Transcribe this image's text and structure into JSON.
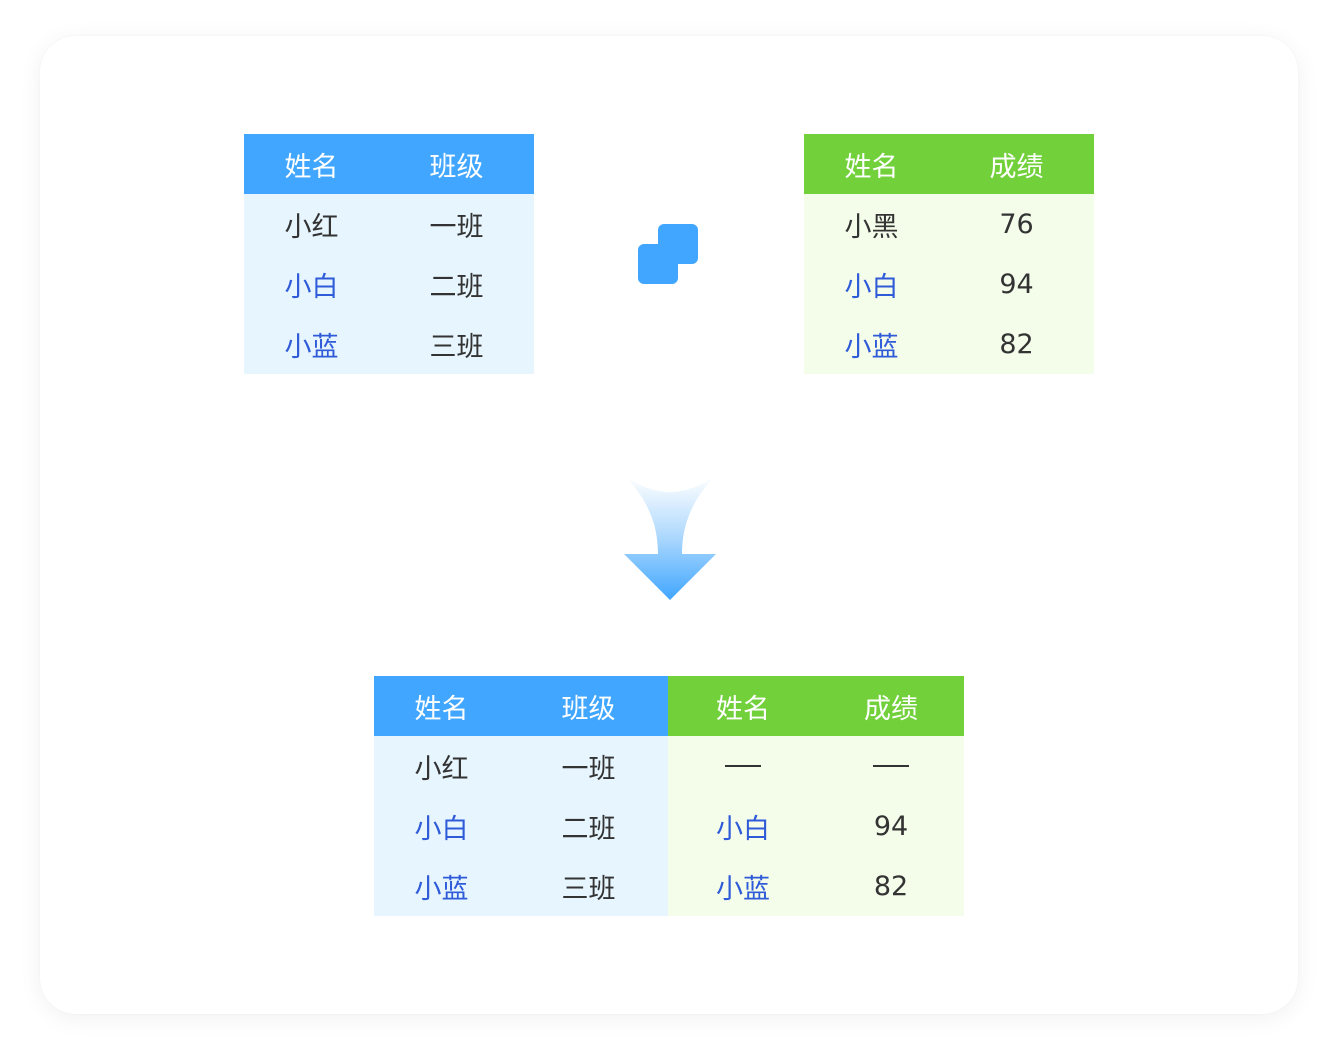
{
  "left_table": {
    "headers": [
      "姓名",
      "班级"
    ],
    "rows": [
      [
        "小红",
        "一班"
      ],
      [
        "小白",
        "二班"
      ],
      [
        "小蓝",
        "三班"
      ]
    ]
  },
  "right_table": {
    "headers": [
      "姓名",
      "成绩"
    ],
    "rows": [
      [
        "小黑",
        "76"
      ],
      [
        "小白",
        "94"
      ],
      [
        "小蓝",
        "82"
      ]
    ]
  },
  "result_table": {
    "headers": [
      "姓名",
      "班级",
      "姓名",
      "成绩"
    ],
    "rows": [
      [
        "小红",
        "一班",
        "",
        ""
      ],
      [
        "小白",
        "二班",
        "小白",
        "94"
      ],
      [
        "小蓝",
        "三班",
        "小蓝",
        "82"
      ]
    ]
  },
  "icons": {
    "join": "left-join-icon",
    "arrow": "down-arrow-icon"
  },
  "colors": {
    "blue_header": "#40a6ff",
    "green_header": "#72d13b",
    "blue_body": "#e6f5fe",
    "green_body": "#f4fdea",
    "highlight_text": "#2f5bd9"
  }
}
